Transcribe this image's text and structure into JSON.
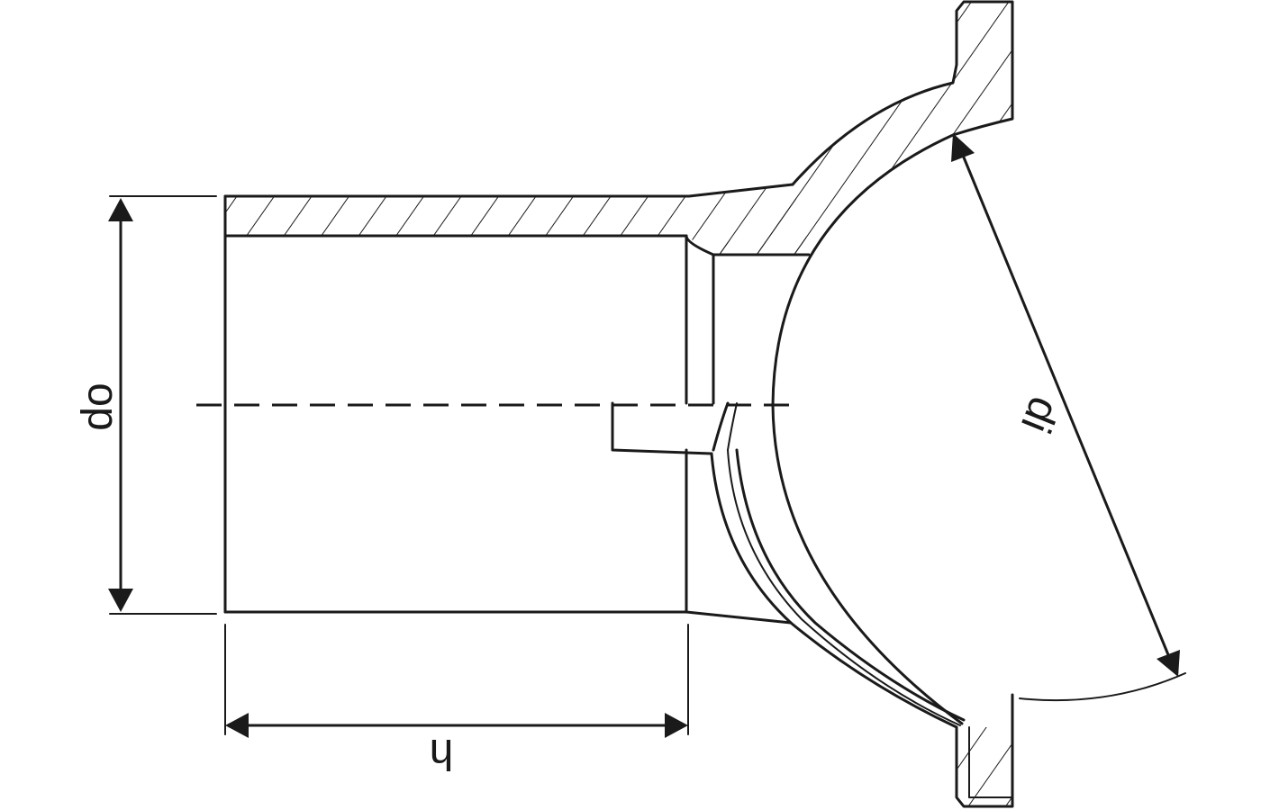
{
  "diagram": {
    "labels": {
      "outer_diameter": "do",
      "inner_diameter": "di",
      "length": "h"
    }
  }
}
